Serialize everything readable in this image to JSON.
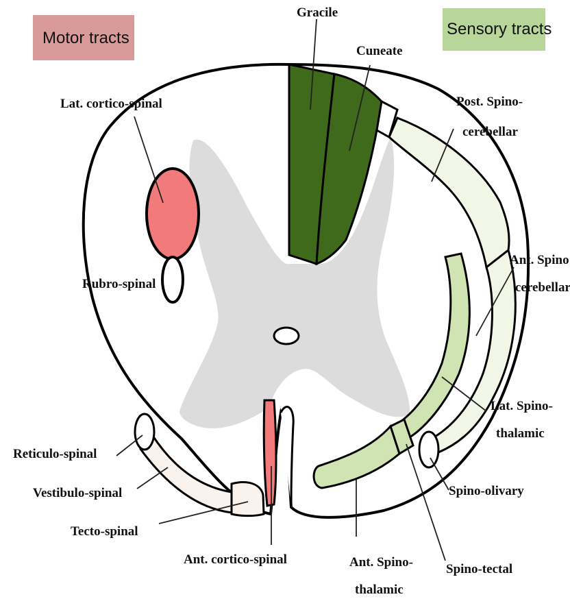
{
  "legend": {
    "motor": "Motor tracts",
    "sensory": "Sensory tracts"
  },
  "labels": {
    "gracile": "Gracile",
    "cuneate": "Cuneate",
    "post_spino_1": "Post. Spino-",
    "post_spino_2": "cerebellar",
    "ant_spinocerebellar_1": "Ant. Spino",
    "ant_spinocerebellar_2": "cerebellar",
    "lat_spinothalamic_1": "Lat. Spino-",
    "lat_spinothalamic_2": "thalamic",
    "spino_olivary": "Spino-olivary",
    "spino_tectal": "Spino-tectal",
    "ant_spinothalamic_1": "Ant. Spino-",
    "ant_spinothalamic_2": "thalamic",
    "lat_corticospinal": "Lat. cortico-spinal",
    "rubrospinal": "Rubro-spinal",
    "reticulospinal": "Reticulo-spinal",
    "vestibulospinal": "Vestibulo-spinal",
    "tectospinal": "Tecto-spinal",
    "ant_corticospinal": "Ant. cortico-spinal"
  },
  "colors": {
    "motor_header": "#d99a9a",
    "sensory_header": "#b8d69a",
    "motor_tract": "#f27a7a",
    "dorsal_column": "#3f6a1c",
    "spinothalamic": "#cfe3b3",
    "spinocerebellar": "#f1f6e6",
    "descending_anterior": "#faf2ec",
    "grey_matter": "#dcdcdc"
  }
}
